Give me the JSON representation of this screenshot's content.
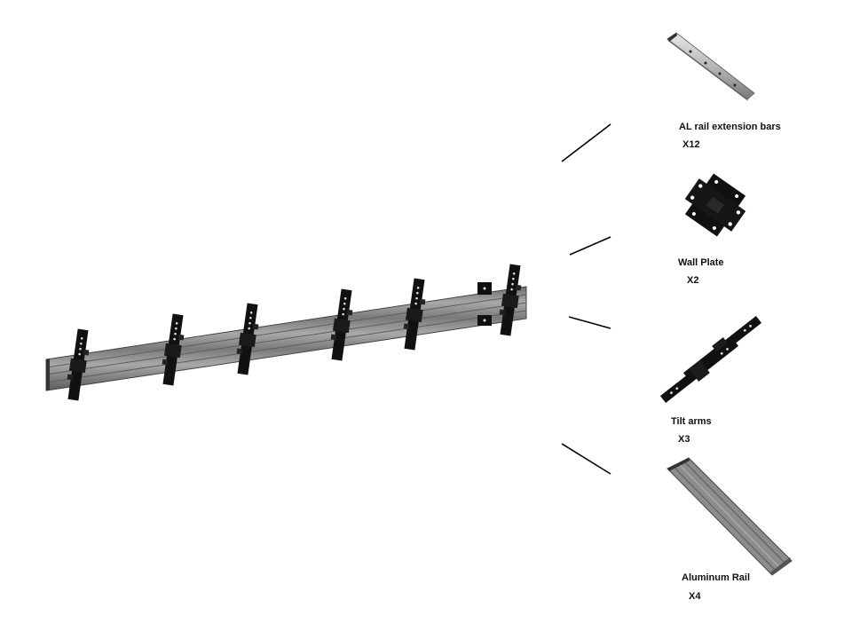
{
  "parts": [
    {
      "id": "extension-bars",
      "name": "AL rail extension bars",
      "qty": "X12"
    },
    {
      "id": "wall-plate",
      "name": "Wall Plate",
      "qty": "X2"
    },
    {
      "id": "tilt-arms",
      "name": "Tilt arms",
      "qty": "X3"
    },
    {
      "id": "aluminum-rail",
      "name": "Aluminum Rail",
      "qty": "X4"
    }
  ],
  "colors": {
    "metal_black": "#111111",
    "rail_gray": "#8a8a8a",
    "rail_dark": "#555555",
    "rail_light": "#bdbdbd",
    "silver": "#cfcfcf"
  }
}
